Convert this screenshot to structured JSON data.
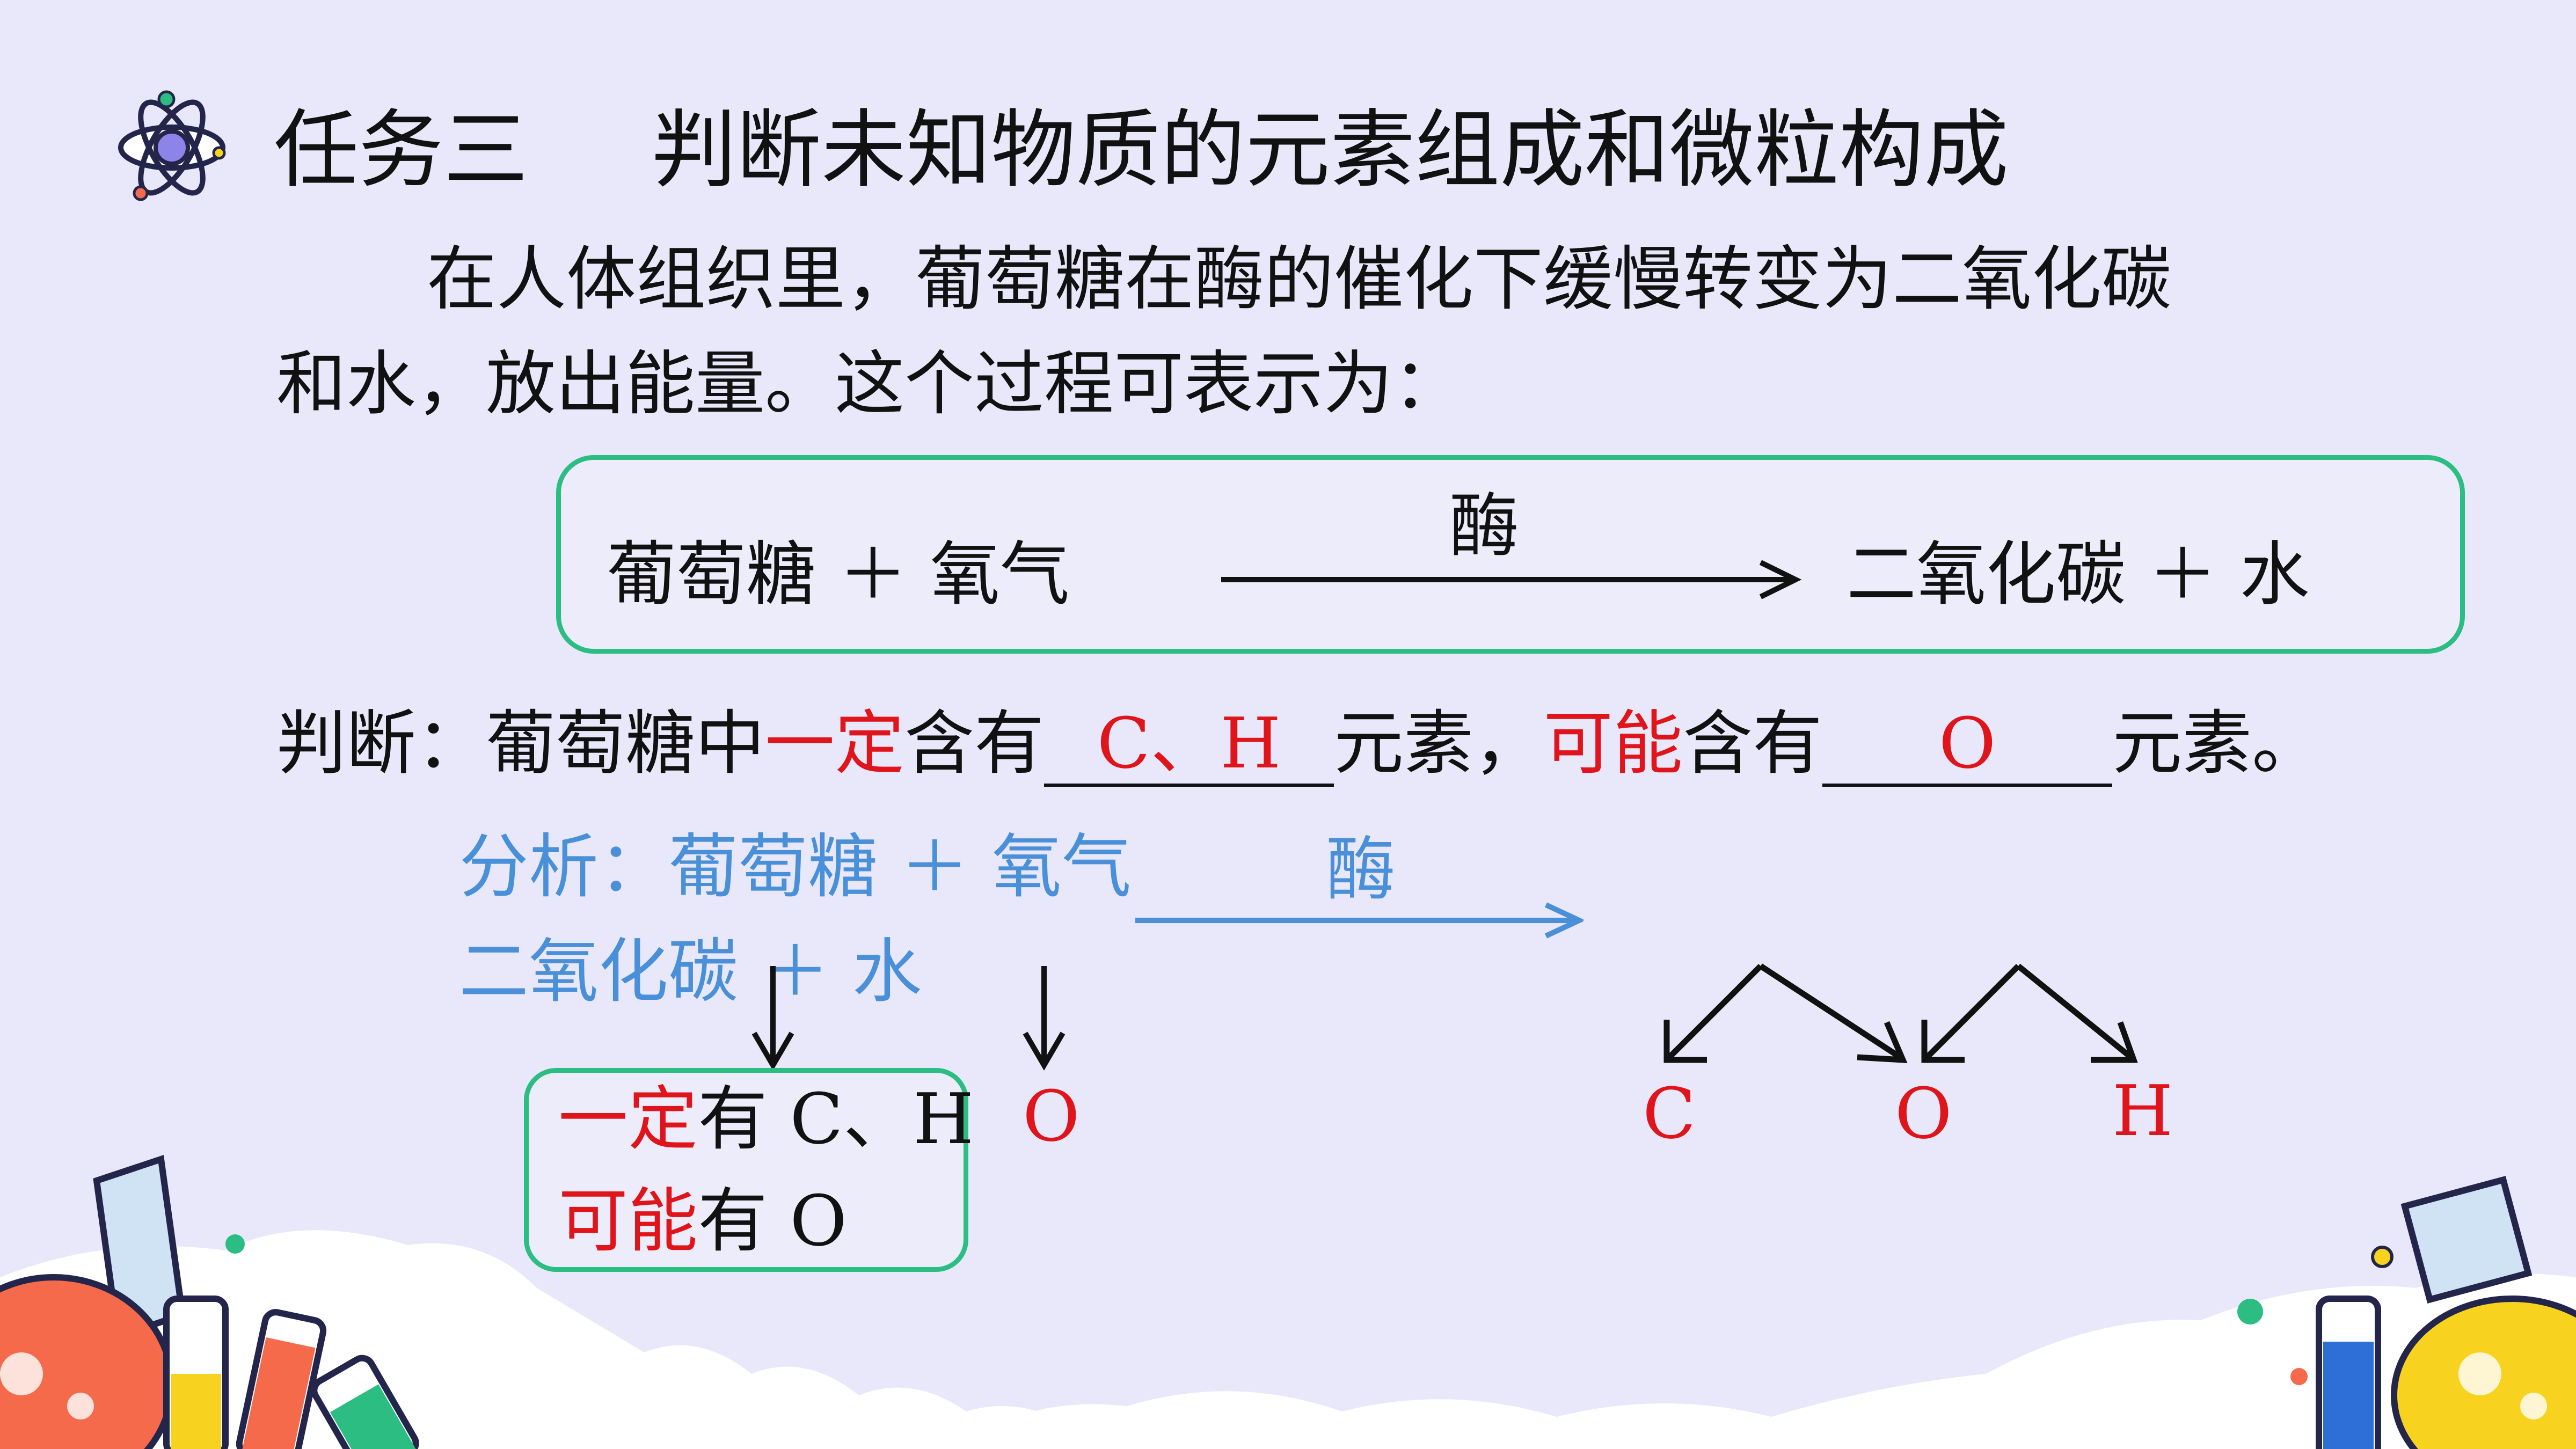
{
  "title": {
    "task": "任务三",
    "heading": "判断未知物质的元素组成和微粒构成"
  },
  "intro": {
    "line1": "在人体组织里，葡萄糖在酶的催化下缓慢转变为二氧化碳",
    "line2": "和水，放出能量。这个过程可表示为："
  },
  "equation": {
    "reactants": "葡萄糖 ＋ 氧气",
    "condition": "酶",
    "products": "二氧化碳 ＋ 水"
  },
  "judgement": {
    "prefix": "判断：葡萄糖中",
    "certain_label": "一定",
    "contains": "含有",
    "blank1": "C、H",
    "element1": "元素，",
    "possible_label": "可能",
    "contains2": "含有",
    "blank2": "O",
    "element2": "元素。"
  },
  "analysis": {
    "line1": "分析：葡萄糖 ＋ 氧气",
    "condition": "酶",
    "line2_products": "二氧化碳 ＋ 水"
  },
  "result_box": {
    "certain_label": "一定",
    "certain_rest": "有 C、H",
    "possible_label": "可能",
    "possible_rest": "有 O"
  },
  "oxygen_label": "O",
  "tree": {
    "left": "C",
    "middle": "O",
    "right": "H"
  },
  "colors": {
    "red": "#e0141b",
    "blue": "#4a90d9",
    "green_border": "#2bbd82",
    "background": "#e8e8fa"
  }
}
